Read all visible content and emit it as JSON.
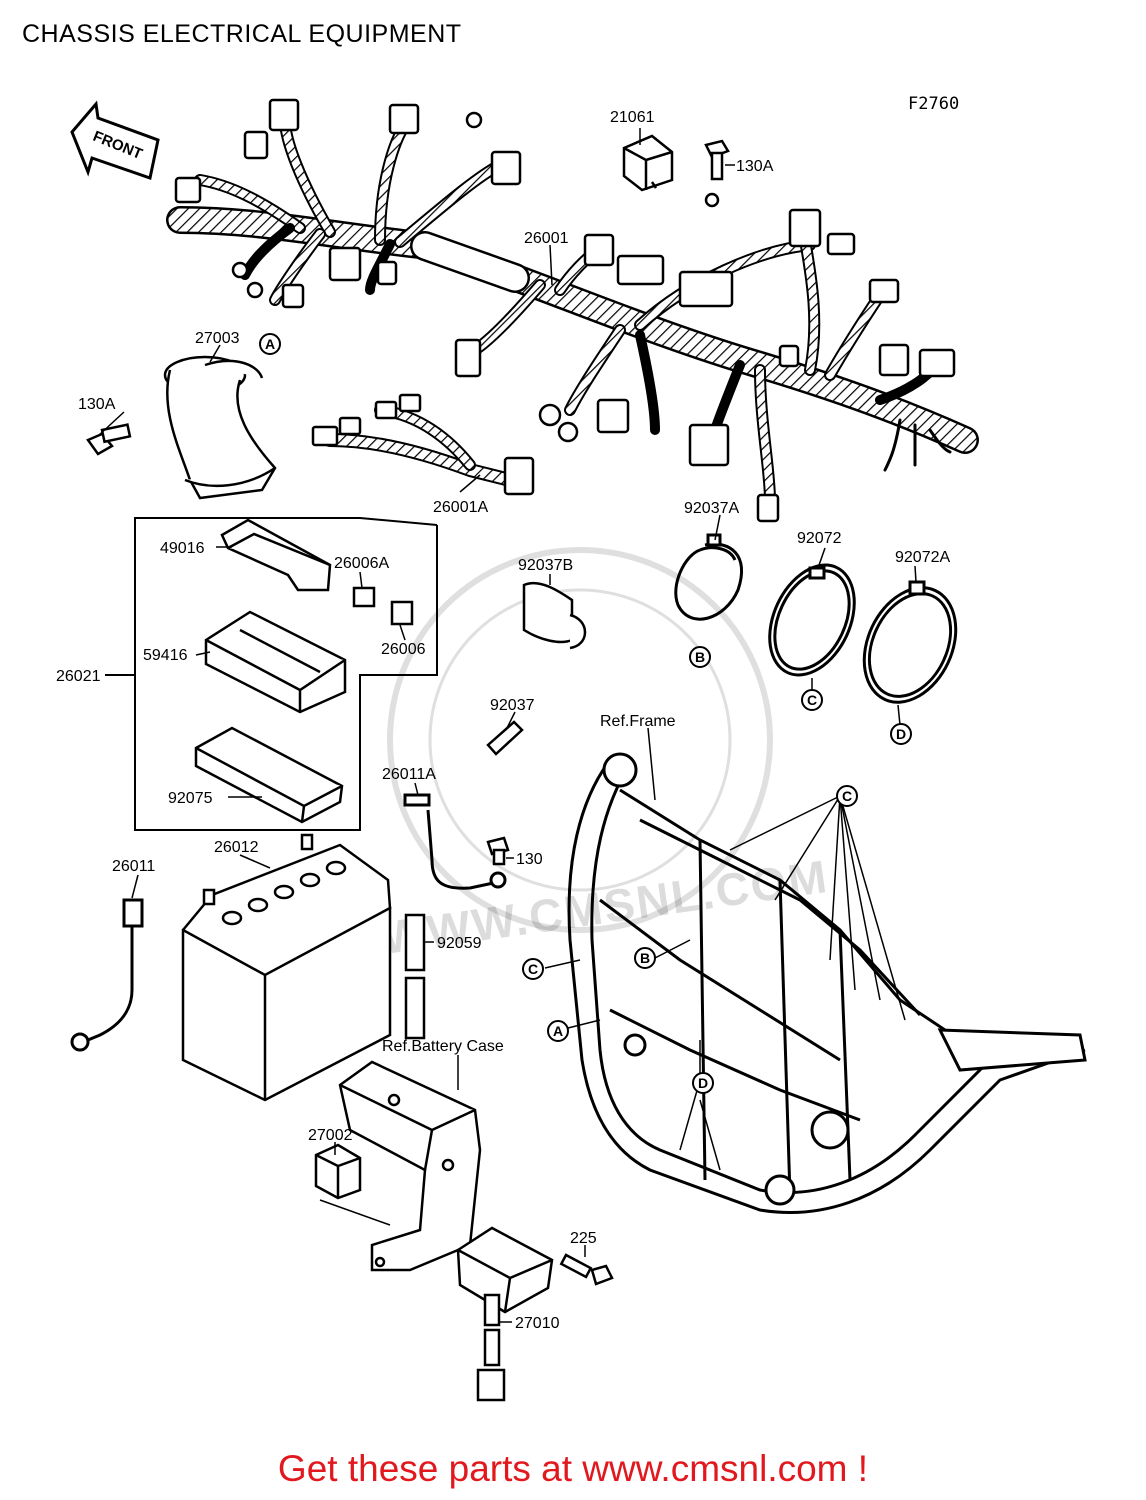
{
  "title": "CHASSIS ELECTRICAL EQUIPMENT",
  "drawing_code": "F2760",
  "front_arrow": "FRONT",
  "watermark": "WWW.CMSNL.COM",
  "footer": "Get these parts at www.cmsnl.com !",
  "parts": {
    "p21061": "21061",
    "p130A_top": "130A",
    "p26001": "26001",
    "p27003": "27003",
    "p130A_left": "130A",
    "p26001A": "26001A",
    "p92037A": "92037A",
    "p49016": "49016",
    "p26006A": "26006A",
    "p92037B": "92037B",
    "p92072": "92072",
    "p92072A": "92072A",
    "p59416": "59416",
    "p26006": "26006",
    "p26021": "26021",
    "p92037": "92037",
    "ref_frame": "Ref.Frame",
    "p92075": "92075",
    "p26011A": "26011A",
    "p26012": "26012",
    "p26011": "26011",
    "p130": "130",
    "p92059": "92059",
    "ref_battery_case": "Ref.Battery Case",
    "p27002": "27002",
    "p225": "225",
    "p27010": "27010"
  },
  "callouts": {
    "a": "A",
    "b": "B",
    "c": "C",
    "d": "D"
  }
}
